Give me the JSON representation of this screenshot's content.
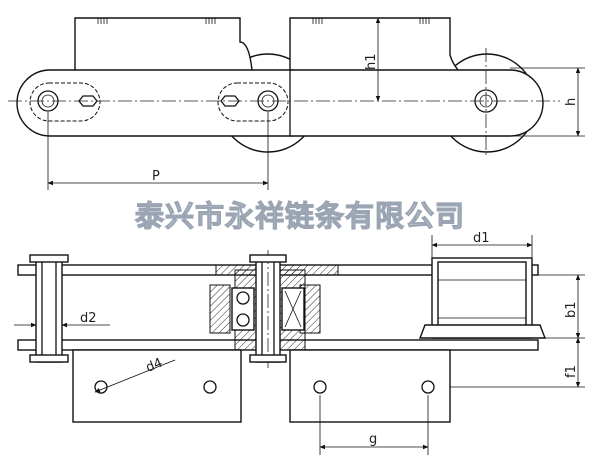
{
  "watermark": "泰兴市永祥链条有限公司",
  "dimensions": {
    "pitch": "P",
    "h1": "h1",
    "h": "h",
    "d1": "d1",
    "d2": "d2",
    "d4": "d4",
    "b1": "b1",
    "f1": "f1",
    "g": "g"
  }
}
